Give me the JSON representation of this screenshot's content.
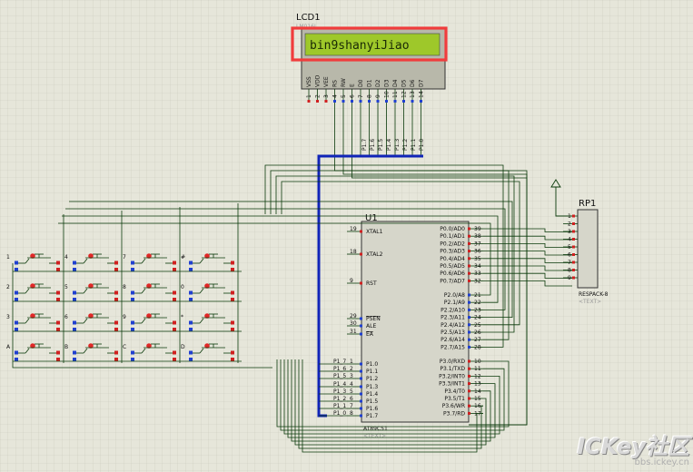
{
  "lcd": {
    "ref": "LCD1",
    "model": "LM016L",
    "screen_text": "bin9shanyiJiao",
    "pins": [
      {
        "num": "1",
        "name": "VSS"
      },
      {
        "num": "2",
        "name": "VDD"
      },
      {
        "num": "3",
        "name": "VEE"
      },
      {
        "num": "4",
        "name": "RS"
      },
      {
        "num": "5",
        "name": "RW"
      },
      {
        "num": "6",
        "name": "E"
      },
      {
        "num": "7",
        "name": "D0"
      },
      {
        "num": "8",
        "name": "D1"
      },
      {
        "num": "9",
        "name": "D2"
      },
      {
        "num": "10",
        "name": "D3"
      },
      {
        "num": "11",
        "name": "D4"
      },
      {
        "num": "12",
        "name": "D5"
      },
      {
        "num": "13",
        "name": "D6"
      },
      {
        "num": "14",
        "name": "D7"
      }
    ],
    "bus_labels": [
      "P1.7",
      "P1.6",
      "P1.5",
      "P1.4",
      "P1.3",
      "P1.2",
      "P1.1",
      "P1.0"
    ],
    "highlight_color": "#f03c3c",
    "screen_color": "#9ec82a"
  },
  "mcu": {
    "ref": "U1",
    "model": "AT89C51",
    "text_tag": "<TEXT>",
    "left_pins": [
      {
        "num": "19",
        "name": "XTAL1"
      },
      {
        "num": "18",
        "name": "XTAL2"
      },
      {
        "num": "9",
        "name": "RST"
      },
      {
        "num": "29",
        "name": "PSEN"
      },
      {
        "num": "30",
        "name": "ALE"
      },
      {
        "num": "31",
        "name": "EA"
      },
      {
        "num": "1",
        "name": "P1.0"
      },
      {
        "num": "2",
        "name": "P1.1"
      },
      {
        "num": "3",
        "name": "P1.2"
      },
      {
        "num": "4",
        "name": "P1.3"
      },
      {
        "num": "5",
        "name": "P1.4"
      },
      {
        "num": "6",
        "name": "P1.5"
      },
      {
        "num": "7",
        "name": "P1.6"
      },
      {
        "num": "8",
        "name": "P1.7"
      }
    ],
    "right_pins": [
      {
        "num": "39",
        "name": "P0.0/AD0"
      },
      {
        "num": "38",
        "name": "P0.1/AD1"
      },
      {
        "num": "37",
        "name": "P0.2/AD2"
      },
      {
        "num": "36",
        "name": "P0.3/AD3"
      },
      {
        "num": "35",
        "name": "P0.4/AD4"
      },
      {
        "num": "34",
        "name": "P0.5/AD5"
      },
      {
        "num": "33",
        "name": "P0.6/AD6"
      },
      {
        "num": "32",
        "name": "P0.7/AD7"
      },
      {
        "num": "21",
        "name": "P2.0/A8"
      },
      {
        "num": "22",
        "name": "P2.1/A9"
      },
      {
        "num": "23",
        "name": "P2.2/A10"
      },
      {
        "num": "24",
        "name": "P2.3/A11"
      },
      {
        "num": "25",
        "name": "P2.4/A12"
      },
      {
        "num": "26",
        "name": "P2.5/A13"
      },
      {
        "num": "27",
        "name": "P2.6/A14"
      },
      {
        "num": "28",
        "name": "P2.7/A15"
      },
      {
        "num": "10",
        "name": "P3.0/RXD"
      },
      {
        "num": "11",
        "name": "P3.1/TXD"
      },
      {
        "num": "12",
        "name": "P3.2/INT0"
      },
      {
        "num": "13",
        "name": "P3.3/INT1"
      },
      {
        "num": "14",
        "name": "P3.4/T0"
      },
      {
        "num": "15",
        "name": "P3.5/T1"
      },
      {
        "num": "16",
        "name": "P3.6/WR"
      },
      {
        "num": "17",
        "name": "P3.7/RD"
      }
    ],
    "port_labels": [
      "P1_7",
      "P1_6",
      "P1_5",
      "P1_4",
      "P1_3",
      "P1_2",
      "P1_1",
      "P1_0"
    ]
  },
  "respack": {
    "ref": "RP1",
    "model": "RESPACK-8",
    "text_tag": "<TEXT>",
    "pins": [
      "1",
      "2",
      "3",
      "4",
      "5",
      "6",
      "7",
      "8",
      "9"
    ]
  },
  "keypad": {
    "rows": [
      [
        "1",
        "4",
        "7",
        "#"
      ],
      [
        "2",
        "5",
        "8",
        "0"
      ],
      [
        "3",
        "6",
        "9",
        "*"
      ],
      [
        "A",
        "B",
        "C",
        "D"
      ]
    ]
  },
  "watermark": {
    "brand": "ICKey社区",
    "url": "bbs.ickey.cn"
  }
}
